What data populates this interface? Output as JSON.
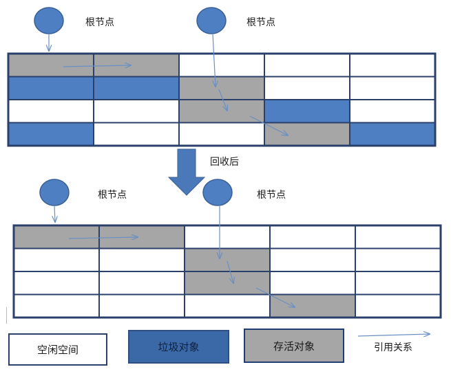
{
  "colors": {
    "free": "#ffffff",
    "garbage": "#4f7fc3",
    "alive": "#a6a6a6",
    "grid_border": "#2b3f6b",
    "root_fill": "#4f7fc3",
    "root_stroke": "#3a5f96",
    "arrow": "#6a8fc4",
    "big_arrow": "#4a78b8"
  },
  "labels": {
    "root_node": "根节点",
    "after_collect": "回收后"
  },
  "before": {
    "rows": [
      [
        "alive",
        "alive",
        "free",
        "free",
        "free"
      ],
      [
        "garbage",
        "garbage",
        "alive",
        "free",
        "free"
      ],
      [
        "free",
        "free",
        "alive",
        "garbage",
        "free"
      ],
      [
        "garbage",
        "free",
        "free",
        "alive",
        "garbage"
      ]
    ]
  },
  "after": {
    "rows": [
      [
        "alive",
        "alive",
        "free",
        "free",
        "free"
      ],
      [
        "free",
        "free",
        "alive",
        "free",
        "free"
      ],
      [
        "free",
        "free",
        "alive",
        "free",
        "free"
      ],
      [
        "free",
        "free",
        "free",
        "alive",
        "free"
      ]
    ]
  },
  "legend": {
    "free": "空闲空间",
    "garbage": "垃圾对象",
    "alive": "存活对象",
    "reference": "引用关系"
  }
}
